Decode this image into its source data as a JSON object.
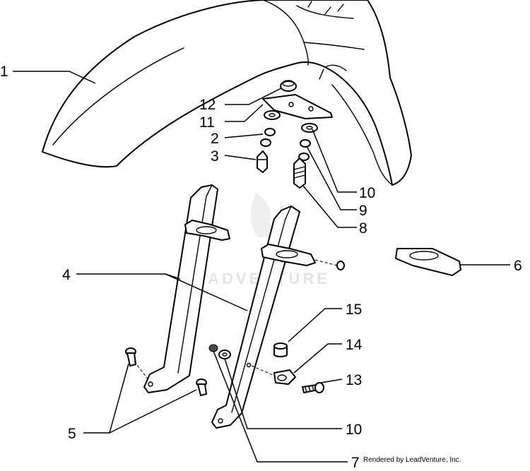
{
  "callouts": {
    "c1": "1",
    "c2": "2",
    "c3": "3",
    "c4": "4",
    "c5": "5",
    "c6": "6",
    "c7": "7",
    "c8": "8",
    "c9": "9",
    "c10a": "10",
    "c10b": "10",
    "c11": "11",
    "c12": "12",
    "c13": "13",
    "c14": "14",
    "c15": "15"
  },
  "watermark": "LEADVENTURE",
  "credit": "Rendered by LeadVenture, Inc."
}
